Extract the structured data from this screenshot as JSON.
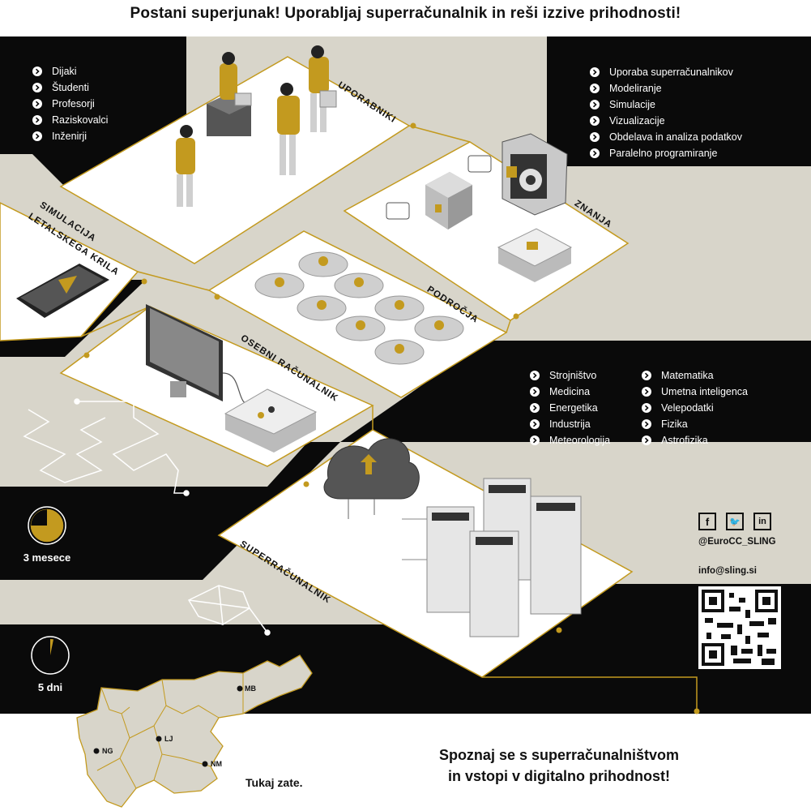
{
  "title": "Postani superjunak! Uporabljaj superračunalnik in reši izzive prihodnosti!",
  "users_list": [
    "Dijaki",
    "Študenti",
    "Profesorji",
    "Raziskovalci",
    "Inženirji"
  ],
  "knowledge_list": [
    "Uporaba superračunalnikov",
    "Modeliranje",
    "Simulacije",
    "Vizualizacije",
    "Obdelava in analiza podatkov",
    "Paralelno programiranje"
  ],
  "fields_list_left": [
    "Strojništvo",
    "Medicina",
    "Energetika",
    "Industrija",
    "Meteorologija"
  ],
  "fields_list_right": [
    "Matematika",
    "Umetna inteligenca",
    "Velepodatki",
    "Fizika",
    "Astrofizika"
  ],
  "labels": {
    "uporabniki": "UPORABNIKI",
    "znanja": "ZNANJA",
    "podrocja": "PODROČJA",
    "osebni": "OSEBNI RAČUNALNIK",
    "superracunalnik": "SUPERRAČUNALNIK",
    "simulacija_1": "SIMULACIJA",
    "simulacija_2": "LETALSKEGA KRILA"
  },
  "durations": {
    "long": "3 mesece",
    "short": "5 dni"
  },
  "duration_fill_fraction": {
    "long": 0.75,
    "short": 0.04
  },
  "map": {
    "mb": "MB",
    "lj": "LJ",
    "ng": "NG",
    "nm": "NM",
    "caption": "Tukaj zate."
  },
  "contact": {
    "handle": "@EuroCC_SLING",
    "email": "info@sling.si"
  },
  "social_icons": [
    "facebook-icon",
    "twitter-icon",
    "linkedin-icon"
  ],
  "tagline": {
    "line1": "Spoznaj se s superračunalništvom",
    "line2": "in vstopi v digitalno prihodnost!"
  },
  "colors": {
    "gold": "#c39a1f",
    "black": "#0a0a0a",
    "beige": "#d8d5ca",
    "gray": "#ccc9c0"
  }
}
